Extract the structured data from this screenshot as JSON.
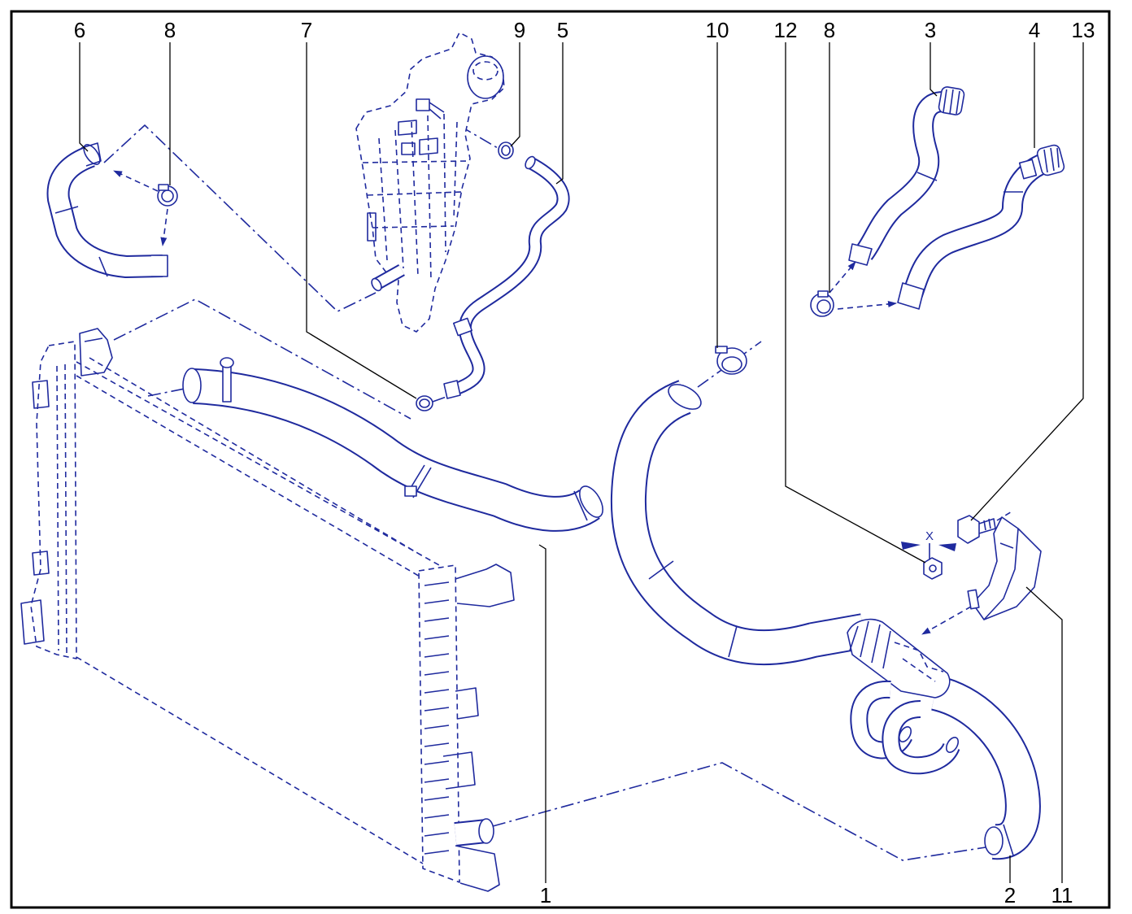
{
  "callouts": {
    "top": [
      "6",
      "8",
      "7",
      "9",
      "5",
      "10",
      "12",
      "8",
      "3",
      "4",
      "13"
    ],
    "bottom": [
      "1",
      "2",
      "11"
    ]
  },
  "fastener_mark": "X",
  "colors": {
    "line": "#1f2a9e",
    "frame": "#000000",
    "background": "#ffffff"
  }
}
